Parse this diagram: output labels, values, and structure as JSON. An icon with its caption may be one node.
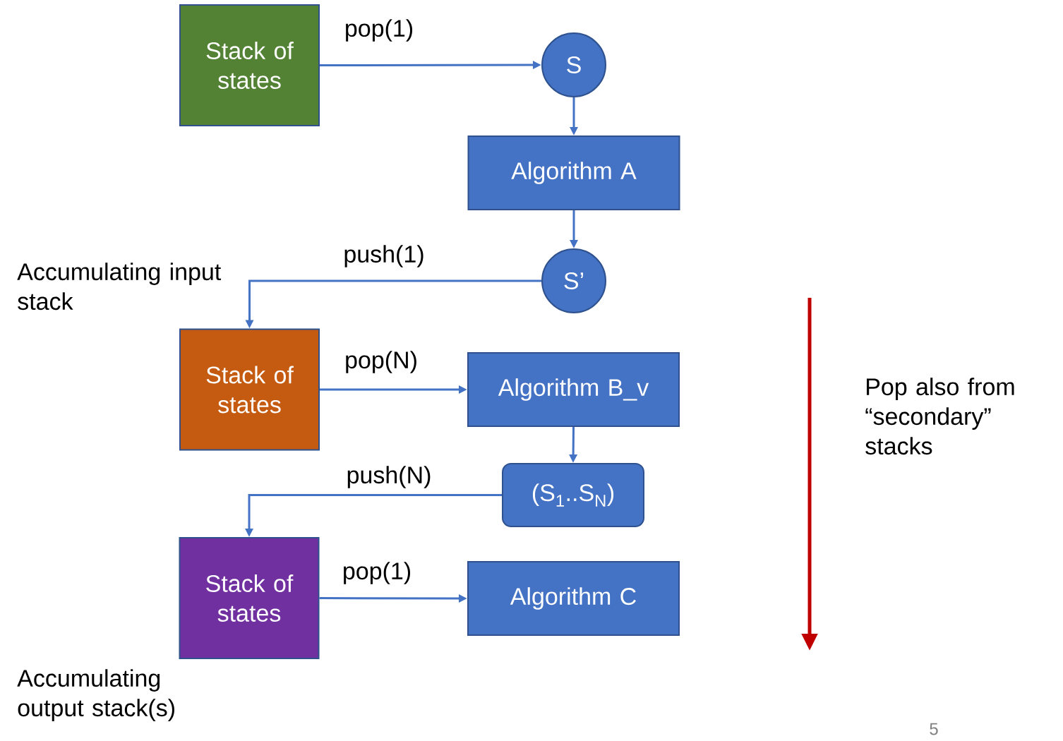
{
  "diagram": {
    "nodes": [
      {
        "text": [
          "Stack of states"
        ]
      },
      {
        "text": [
          "S"
        ]
      },
      {
        "text": [
          "Algorithm A"
        ]
      },
      {
        "text": [
          "S’"
        ]
      },
      {
        "text": [
          "Stack of states"
        ],
        "beside": [
          "Accumulating input stack"
        ]
      },
      {
        "text": [
          "Algorithm B_v"
        ]
      },
      {
        "text": [
          "(S$_{1}$..S$_{N}$)"
        ]
      },
      {
        "text": [
          "Stack of states"
        ],
        "beside": [
          "Accumulating output stack(s)"
        ]
      },
      {
        "text": [
          "Algorithm C"
        ]
      }
    ],
    "edges": [
      {
        "from": 0,
        "to": 1,
        "arrow": "to",
        "label": "pop(1)"
      },
      {
        "from": 1,
        "to": 2,
        "arrow": "to"
      },
      {
        "from": 2,
        "to": 3,
        "arrow": "to"
      },
      {
        "from": 3,
        "to": 4,
        "arrow": "to",
        "label": "push(1)"
      },
      {
        "from": 4,
        "to": 5,
        "arrow": "to",
        "label": "pop(N)"
      },
      {
        "from": 5,
        "to": 6,
        "arrow": "to"
      },
      {
        "from": 6,
        "to": 7,
        "arrow": "to",
        "label": "push(N)"
      },
      {
        "from": 7,
        "to": 8,
        "arrow": "to",
        "label": "pop(1)"
      }
    ],
    "labels": [
      "Pop also from “secondary” stacks",
      "5"
    ]
  }
}
